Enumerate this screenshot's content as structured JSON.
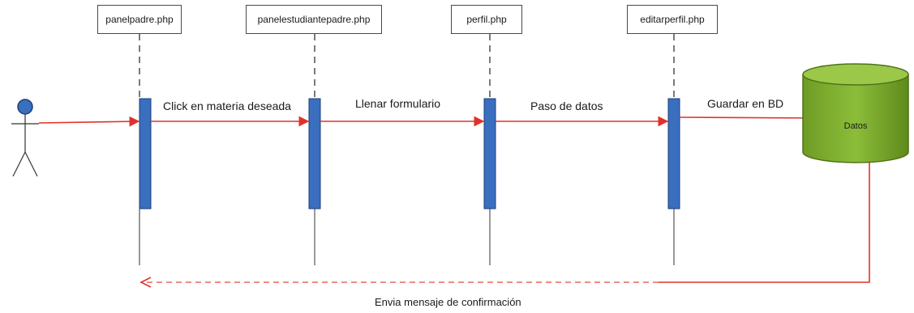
{
  "lifelines": [
    {
      "id": "panelpadre",
      "label": "panelpadre.php"
    },
    {
      "id": "panelestudiantepadre",
      "label": "panelestudiantepadre.php"
    },
    {
      "id": "perfil",
      "label": "perfil.php"
    },
    {
      "id": "editarperfil",
      "label": "editarperfil.php"
    }
  ],
  "database": {
    "label": "Datos"
  },
  "messages": [
    {
      "label": "Click en materia deseada"
    },
    {
      "label": "Llenar formulario"
    },
    {
      "label": "Paso de datos"
    },
    {
      "label": "Guardar en BD"
    }
  ],
  "return_message": {
    "label": "Envia mensaje de confirmación"
  },
  "colors": {
    "activation": "#3a6fbf",
    "activation_border": "#1f3f78",
    "actor": "#3a6fbf",
    "arrow": "#e0322a",
    "database": "#7fae2e",
    "database_border": "#4f7216",
    "lifeline_dash": "#333333"
  }
}
